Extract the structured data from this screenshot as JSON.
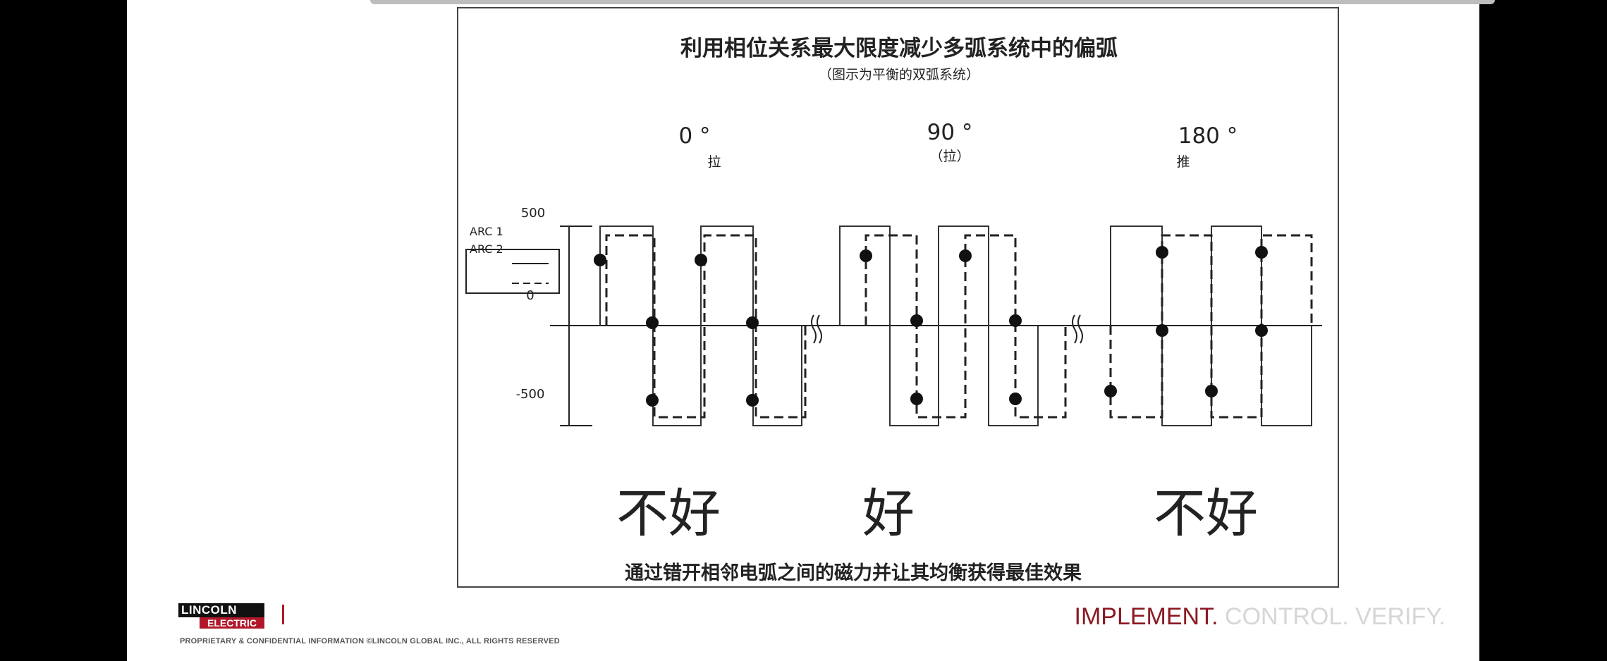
{
  "diagram": {
    "title": "利用相位关系最大限度减少多弧系统中的偏弧",
    "subtitle": "（图示为平衡的双弧系统）",
    "panels": [
      {
        "angle": "0 °",
        "mode": "拉",
        "verdict": "不好"
      },
      {
        "angle": "90 °",
        "mode": "（拉）",
        "verdict": "好"
      },
      {
        "angle": "180 °",
        "mode": "推",
        "verdict": "不好"
      }
    ],
    "y_ticks": {
      "top": "500",
      "zero": "0",
      "bottom": "-500"
    },
    "legend": {
      "arc1": "ARC 1",
      "arc2": "ARC 2"
    },
    "footer_caption": "通过错开相邻电弧之间的磁力并让其均衡获得最佳效果"
  },
  "branding": {
    "logo_top": "LINCOLN",
    "logo_bottom": "ELECTRIC",
    "legal": "PROPRIETARY & CONFIDENTIAL INFORMATION ©LINCOLN GLOBAL INC., ALL RIGHTS RESERVED",
    "tagline_a": "IMPLEMENT.",
    "tagline_b": " CONTROL. VERIFY."
  },
  "colors": {
    "brand_red": "#b0182a",
    "tagline_red": "#8a1a22",
    "tagline_grey": "#d6d6d6"
  }
}
